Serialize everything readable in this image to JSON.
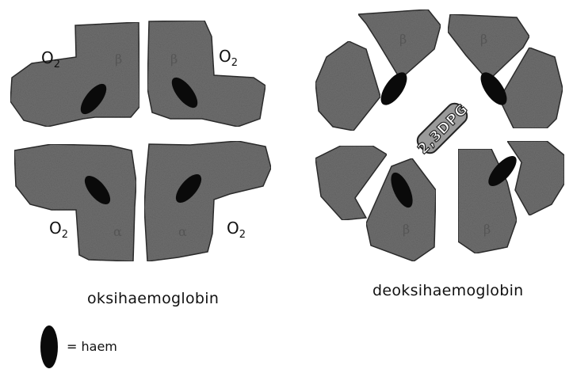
{
  "colors": {
    "subunit_fill": "#6f6f6f",
    "subunit_stroke": "#2e2e2e",
    "haem_fill": "#0a0a0a",
    "background": "#ffffff"
  },
  "oxy": {
    "caption": "oksihaemoglobin",
    "o2_label": "O",
    "o2_subscript": "2",
    "subunit_letters": [
      "β",
      "β",
      "α",
      "α"
    ]
  },
  "deoxy": {
    "caption": "deoksihaemoglobin",
    "dpg_label": "2,3DPG",
    "subunit_letters": [
      "β",
      "β",
      "β",
      "β"
    ]
  },
  "legend": {
    "haem_icon": "haem-ellipse-icon",
    "text": "= haem"
  }
}
